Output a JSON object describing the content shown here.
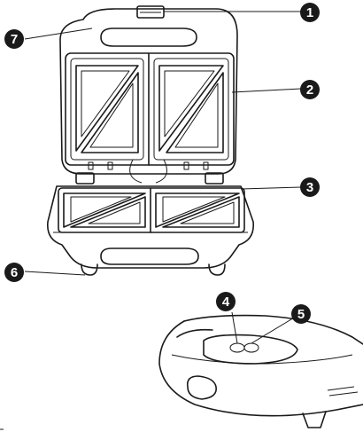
{
  "diagram": {
    "callouts": [
      {
        "id": "c1",
        "label": "1"
      },
      {
        "id": "c2",
        "label": "2"
      },
      {
        "id": "c3",
        "label": "3"
      },
      {
        "id": "c4",
        "label": "4"
      },
      {
        "id": "c5",
        "label": "5"
      },
      {
        "id": "c6",
        "label": "6"
      },
      {
        "id": "c7",
        "label": "7"
      }
    ],
    "colors": {
      "line": "#1a1a1a",
      "fill": "#ffffff",
      "callout_fill": "#1a1a1a",
      "callout_text": "#ffffff"
    }
  }
}
